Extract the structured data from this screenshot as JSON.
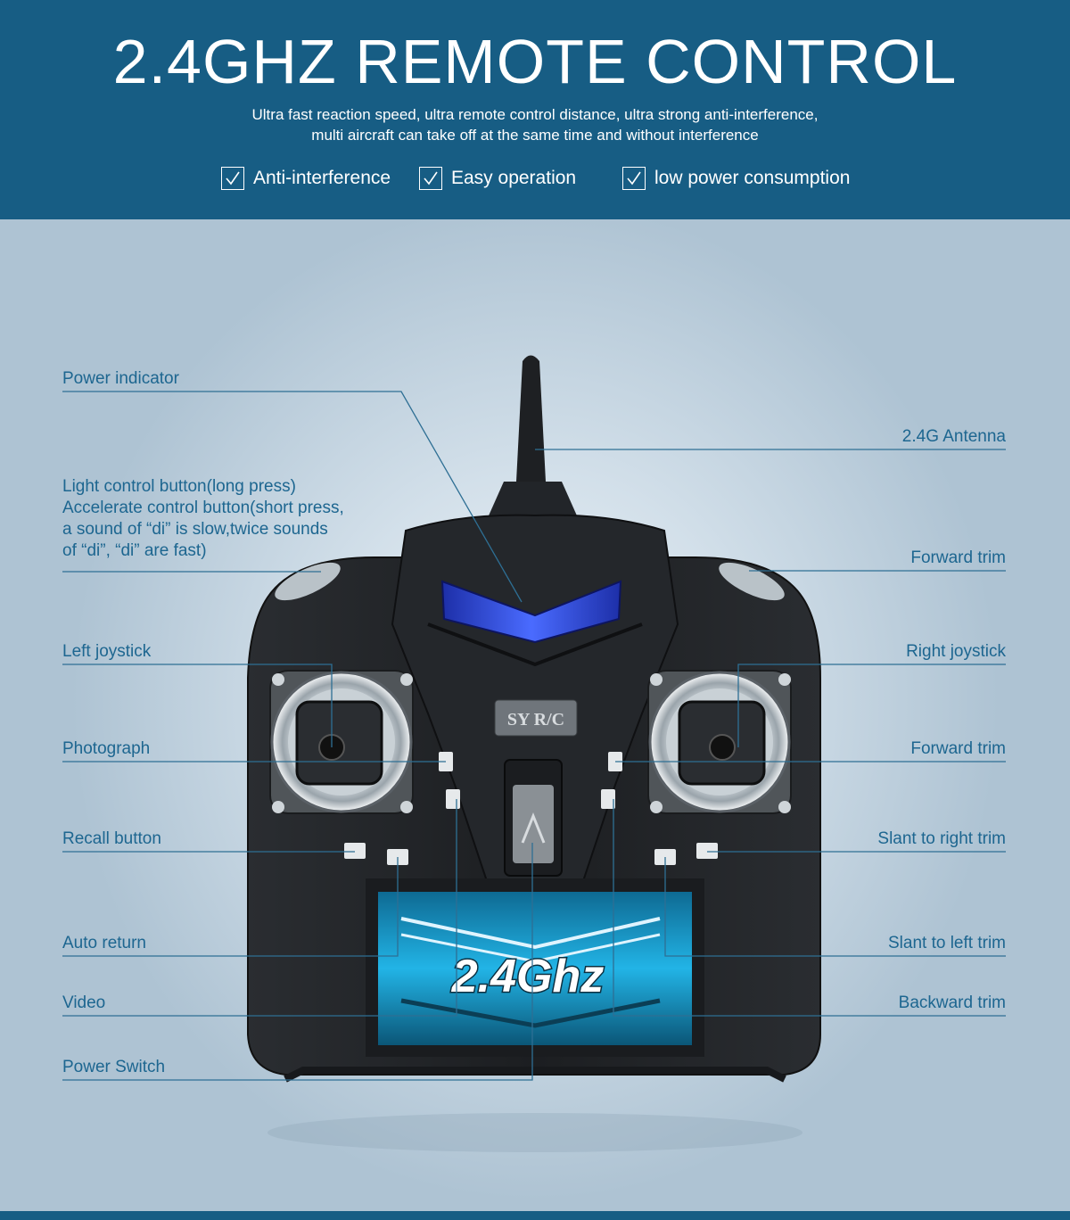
{
  "header": {
    "title": "2.4GHZ REMOTE CONTROL",
    "subtitle_line1": "Ultra fast reaction speed, ultra remote control distance, ultra strong anti-interference,",
    "subtitle_line2": "multi aircraft can take off at the same time and without interference",
    "features": [
      {
        "label": "Anti-interference",
        "icon": "checkbox-checked-icon"
      },
      {
        "label": "Easy operation",
        "icon": "checkbox-checked-icon"
      },
      {
        "label": "low power consumption",
        "icon": "checkbox-checked-icon"
      }
    ]
  },
  "remote": {
    "brand_badge": "SY R/C",
    "frequency_label": "2.4Ghz"
  },
  "labels_left": [
    {
      "lines": [
        "Power indicator"
      ]
    },
    {
      "lines": [
        "Light control button(long press)",
        "Accelerate control button(short press,",
        "a sound of “di” is slow,twice sounds",
        "of “di”, “di” are fast)"
      ]
    },
    {
      "lines": [
        "Left joystick"
      ]
    },
    {
      "lines": [
        "Photograph"
      ]
    },
    {
      "lines": [
        "Recall button"
      ]
    },
    {
      "lines": [
        "Auto return"
      ]
    },
    {
      "lines": [
        "Video"
      ]
    },
    {
      "lines": [
        "Power Switch"
      ]
    }
  ],
  "labels_right": [
    {
      "lines": [
        "2.4G Antenna"
      ]
    },
    {
      "lines": [
        "Forward trim"
      ]
    },
    {
      "lines": [
        "Right joystick"
      ]
    },
    {
      "lines": [
        "Forward trim"
      ]
    },
    {
      "lines": [
        "Slant to right trim"
      ]
    },
    {
      "lines": [
        "Slant to left trim"
      ]
    },
    {
      "lines": [
        "Backward trim"
      ]
    }
  ],
  "colors": {
    "header_bg": "#175d84",
    "label_text": "#1d6690",
    "leader_line": "#2e6f94",
    "led_blue": "#3c5bff",
    "panel_cyan": "#1aa6dc"
  }
}
